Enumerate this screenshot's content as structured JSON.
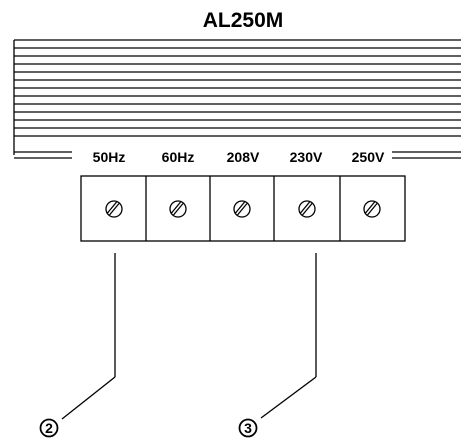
{
  "title": "AL250M",
  "terminals": [
    {
      "label": "50Hz"
    },
    {
      "label": "60Hz"
    },
    {
      "label": "208V"
    },
    {
      "label": "230V"
    },
    {
      "label": "250V"
    }
  ],
  "callouts": [
    {
      "label": "2",
      "terminal": "50Hz"
    },
    {
      "label": "3",
      "terminal": "230V"
    }
  ],
  "colors": {
    "line": "#000000",
    "background": "#ffffff"
  }
}
